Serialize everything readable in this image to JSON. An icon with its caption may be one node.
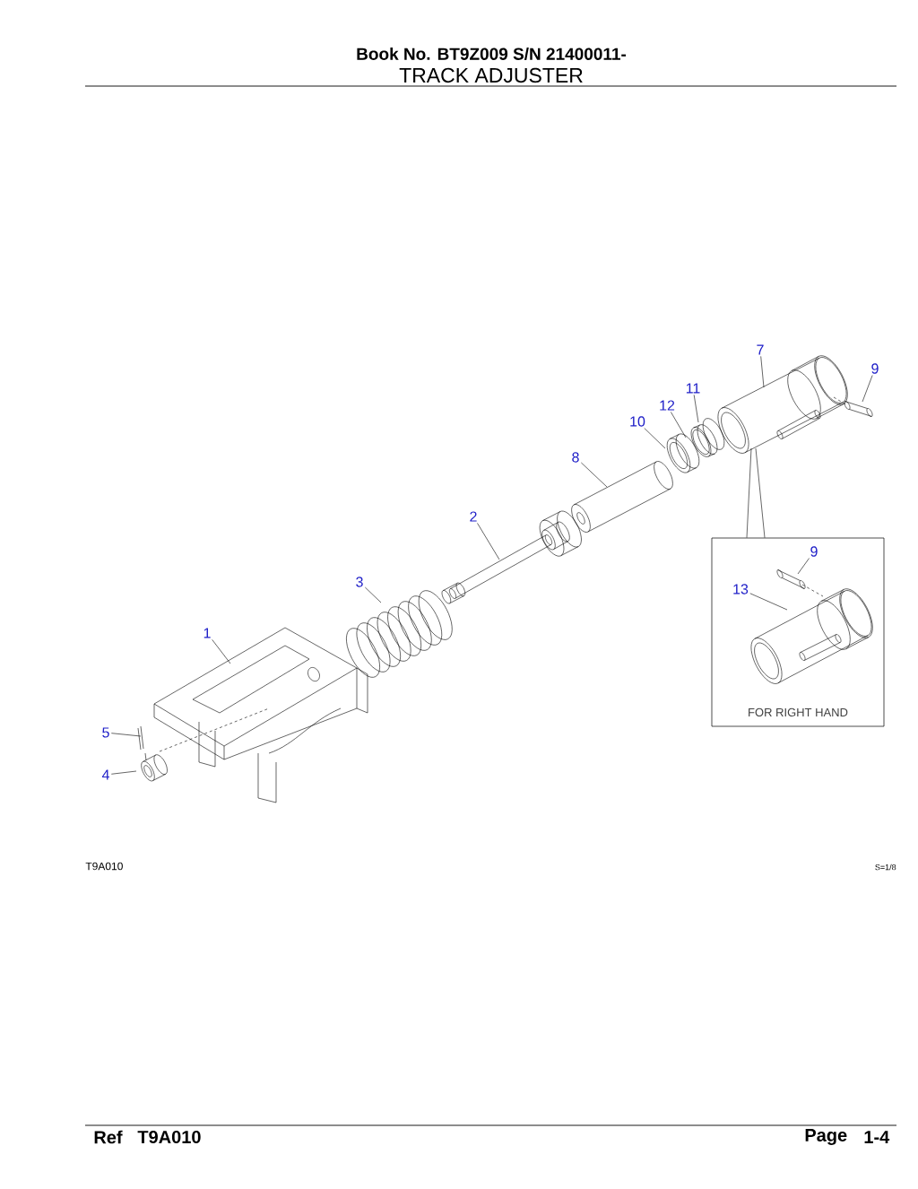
{
  "diagram": {
    "title": "TRACK ADJUSTER",
    "nodes": [
      {
        "text": [
          "7"
        ]
      },
      {
        "text": [
          "9"
        ]
      },
      {
        "text": [
          "11"
        ]
      },
      {
        "text": [
          "12"
        ]
      },
      {
        "text": [
          "10"
        ]
      },
      {
        "text": [
          "8"
        ]
      },
      {
        "text": [
          "2"
        ]
      },
      {
        "text": [
          "3"
        ]
      },
      {
        "text": [
          "FOR RIGHT HAND"
        ]
      },
      {
        "text": [
          "9"
        ],
        "in": 8
      },
      {
        "text": [
          "13"
        ],
        "in": 8
      },
      {
        "text": [
          "1"
        ]
      },
      {
        "text": [
          "5"
        ]
      },
      {
        "text": [
          "4"
        ]
      }
    ],
    "edges": [
      {
        "from": 0,
        "to": null,
        "arrow": "none"
      },
      {
        "from": 1,
        "to": null,
        "arrow": "none"
      },
      {
        "from": 2,
        "to": null,
        "arrow": "none"
      },
      {
        "from": 3,
        "to": null,
        "arrow": "none"
      },
      {
        "from": 4,
        "to": null,
        "arrow": "none"
      },
      {
        "from": 5,
        "to": null,
        "arrow": "none"
      },
      {
        "from": 6,
        "to": null,
        "arrow": "none"
      },
      {
        "from": 7,
        "to": null,
        "arrow": "none"
      },
      {
        "from": null,
        "to": 8,
        "arrow": "none"
      },
      {
        "from": null,
        "to": 8,
        "arrow": "none"
      },
      {
        "from": 9,
        "to": null,
        "arrow": "none"
      },
      {
        "from": 10,
        "to": null,
        "arrow": "none"
      },
      {
        "from": 11,
        "to": null,
        "arrow": "none"
      },
      {
        "from": 12,
        "to": null,
        "arrow": "none"
      },
      {
        "from": 13,
        "to": null,
        "arrow": "none"
      }
    ],
    "labels": [
      "Book No. BT9Z009  S/N 21400011-",
      "T9A010",
      "S=1/8",
      "Ref",
      "T9A010",
      "Page",
      "1-4"
    ]
  }
}
